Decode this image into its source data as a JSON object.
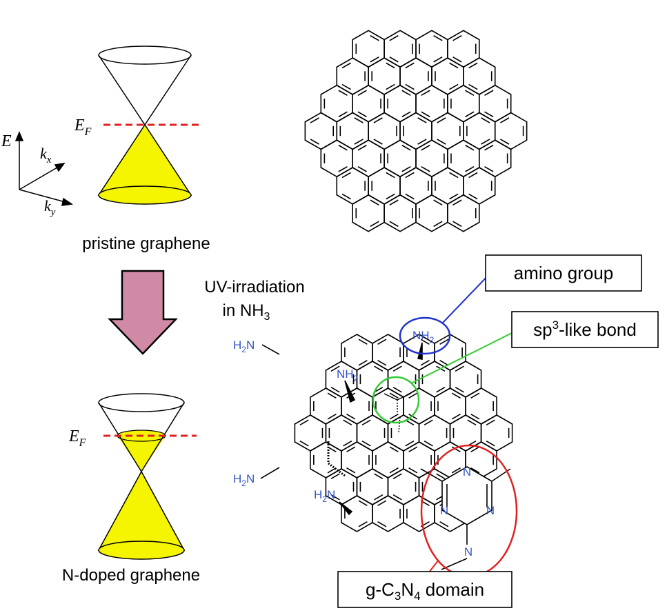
{
  "top": {
    "axes": {
      "e": "E",
      "kx": "k",
      "kx_sub": "x",
      "ky": "k",
      "ky_sub": "y"
    },
    "fermi": {
      "label": "E",
      "sub": "F"
    },
    "caption": "pristine graphene"
  },
  "process": {
    "line1": "UV-irradiation",
    "line2_main": "in NH",
    "line2_sub": "3",
    "arrow_color": "#d18aa6"
  },
  "bottom": {
    "fermi": {
      "label": "E",
      "sub": "F"
    },
    "caption": "N-doped graphene"
  },
  "callouts": {
    "amino": "amino group",
    "sp3_pre": "sp",
    "sp3_sup": "3",
    "sp3_post": "-like bond",
    "gcn_pre": "g-C",
    "gcn_sub1": "3",
    "gcn_mid": "N",
    "gcn_sub2": "4",
    "gcn_post": " domain"
  },
  "groups": {
    "nh2_left_a": {
      "main": "H",
      "sub": "2",
      "tail": "N"
    },
    "nh2_left_b": {
      "main": "H",
      "sub": "2",
      "tail": "N"
    },
    "nh2_mid": {
      "main": "NH",
      "sub": "2"
    },
    "nh2_top": {
      "main": "NH",
      "sub": "2"
    },
    "nh2_low": {
      "main": "H",
      "sub": "2",
      "tail": "N"
    },
    "triazine_n": "N"
  },
  "colors": {
    "fermi": "#e02020",
    "cone_fill": "#f5f500",
    "nitrogen": "#3355cc",
    "amino_circle": "#2233cc",
    "sp3_circle": "#33cc33",
    "gcn_circle": "#e02020"
  }
}
